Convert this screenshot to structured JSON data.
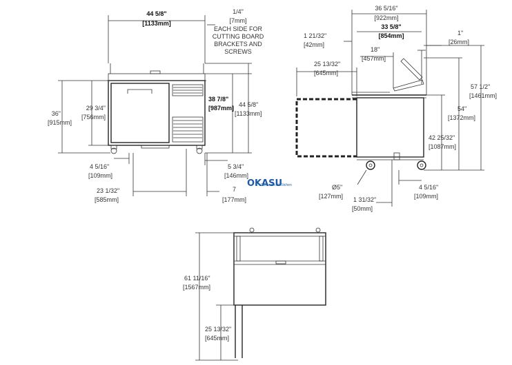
{
  "front_view": {
    "width_in": "44 5/8\"",
    "width_mm": "[1133mm]",
    "board_in": "1/4\"",
    "board_mm": "[7mm]",
    "board_note_1": "EACH SIDE FOR",
    "board_note_2": "CUTTING BOARD",
    "board_note_3": "BRACKETS AND",
    "board_note_4": "SCREWS",
    "height_in": "36\"",
    "height_mm": "[915mm]",
    "work_height_in": "29 3/4\"",
    "work_height_mm": "[756mm]",
    "lid_height_in": "38 7/8\"",
    "lid_height_mm": "[987mm]",
    "open_height_in": "44 5/8\"",
    "open_height_mm": "[1133mm]",
    "caster_offset_in": "4 5/16\"",
    "caster_offset_mm": "[109mm]",
    "door_width_in": "23 1/32\"",
    "door_width_mm": "[585mm]",
    "side_inset_in": "5 3/4\"",
    "side_inset_mm": "[146mm]",
    "side_gap_in": "7",
    "side_gap_mm": "[177mm]"
  },
  "side_view": {
    "depth_in": "36 5/16\"",
    "depth_mm": "[922mm]",
    "body_depth_in": "33 5/8\"",
    "body_depth_mm": "[854mm]",
    "rail_in": "1 21/32\"",
    "rail_mm": "[42mm]",
    "lid_depth_in": "18\"",
    "lid_depth_mm": "[457mm]",
    "top_gap_in": "1\"",
    "top_gap_mm": "[26mm]",
    "door_swing_in": "25 13/32\"",
    "door_swing_mm": "[645mm]",
    "overall_height_in": "57 1/2\"",
    "overall_height_mm": "[1461mm]",
    "lid_height_in": "54\"",
    "lid_height_mm": "[1372mm]",
    "body_height_in": "42 25/32\"",
    "body_height_mm": "[1087mm]",
    "caster_dia_in": "Ø5\"",
    "caster_dia_mm": "[127mm]",
    "caster_setback_in": "1 31/32\"",
    "caster_setback_mm": "[50mm]",
    "rear_caster_in": "4 5/16\"",
    "rear_caster_mm": "[109mm]"
  },
  "top_view": {
    "height_in": "61 11/16\"",
    "height_mm": "[1567mm]",
    "drawer_in": "25 13/32\"",
    "drawer_mm": "[645mm]"
  },
  "logo": {
    "name": "OKASU",
    "tagline": "Commercial Kitchen"
  },
  "colors": {
    "line": "#222222",
    "logo": "#1d5aa6"
  }
}
